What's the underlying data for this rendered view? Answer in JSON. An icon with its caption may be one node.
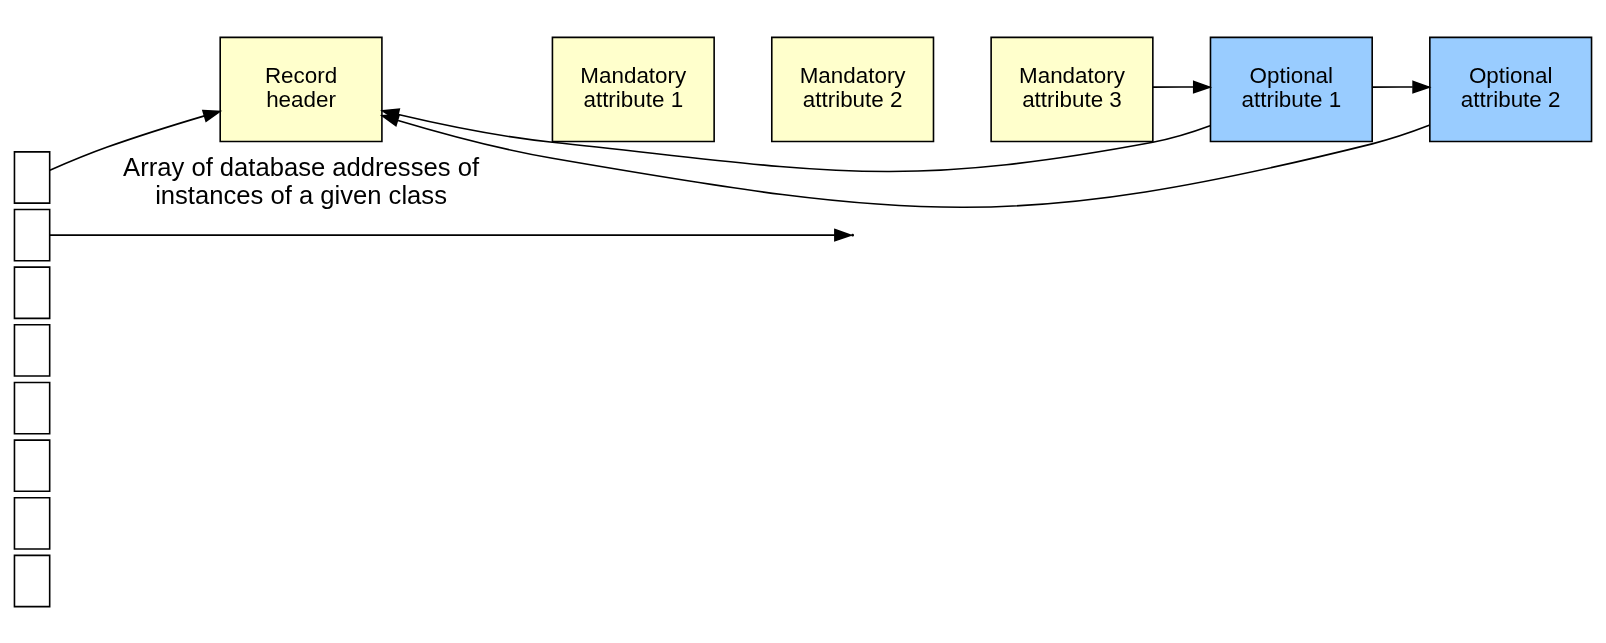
{
  "diagram": {
    "nodes": [
      {
        "text": [],
        "shape": "box"
      },
      {
        "text": [],
        "shape": "box"
      },
      {
        "text": [],
        "shape": "box"
      },
      {
        "text": [],
        "shape": "box"
      },
      {
        "text": [],
        "shape": "box"
      },
      {
        "text": [],
        "shape": "box"
      },
      {
        "text": [],
        "shape": "box"
      },
      {
        "text": [],
        "shape": "box"
      },
      {
        "text": [
          "Record header"
        ]
      },
      {
        "text": [
          "Mandatory attribute 1"
        ]
      },
      {
        "text": [
          "Mandatory attribute 2"
        ]
      },
      {
        "text": [
          "Mandatory attribute 3"
        ]
      },
      {
        "text": [
          "Optional attribute 1"
        ]
      },
      {
        "text": [
          "Optional attribute 2"
        ]
      }
    ],
    "edges": [
      {
        "from": 0,
        "to": 8,
        "arrow": "to"
      },
      {
        "from": 1,
        "to": null,
        "arrow": "to"
      },
      {
        "from": 11,
        "to": 12,
        "arrow": "to"
      },
      {
        "from": 12,
        "to": 13,
        "arrow": "to"
      },
      {
        "from": 12,
        "to": 8,
        "arrow": "to"
      },
      {
        "from": 13,
        "to": 8,
        "arrow": "to"
      }
    ],
    "labels": [
      "Array of database addresses of instances of a given class"
    ]
  }
}
